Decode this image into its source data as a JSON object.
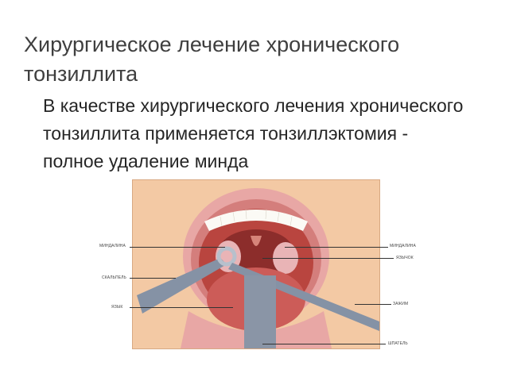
{
  "slide": {
    "title": "Хирургическое лечение хронического тонзиллита",
    "bullets": [
      {
        "marker": "",
        "text": "В качестве хирургического лечения хронического тонзиллита применяется тонзиллэктомия - полное удаление минда"
      }
    ]
  },
  "figure": {
    "labels": {
      "left_1": "МИНДАЛИНА",
      "left_2": "СКАЛЬПЕЛЬ",
      "left_3": "ЯЗЫК",
      "right_1": "МИНДАЛИНА",
      "right_2": "ЯЗЫЧОК",
      "right_3": "ЗАЖИМ",
      "right_4": "ШПАТЕЛЬ"
    },
    "colors": {
      "background": "#f3c9a4",
      "lips": "#e8a7a5",
      "mouth_inside": "#b9453f",
      "teeth": "#fbfaf5",
      "tool": "#8592a5"
    }
  }
}
